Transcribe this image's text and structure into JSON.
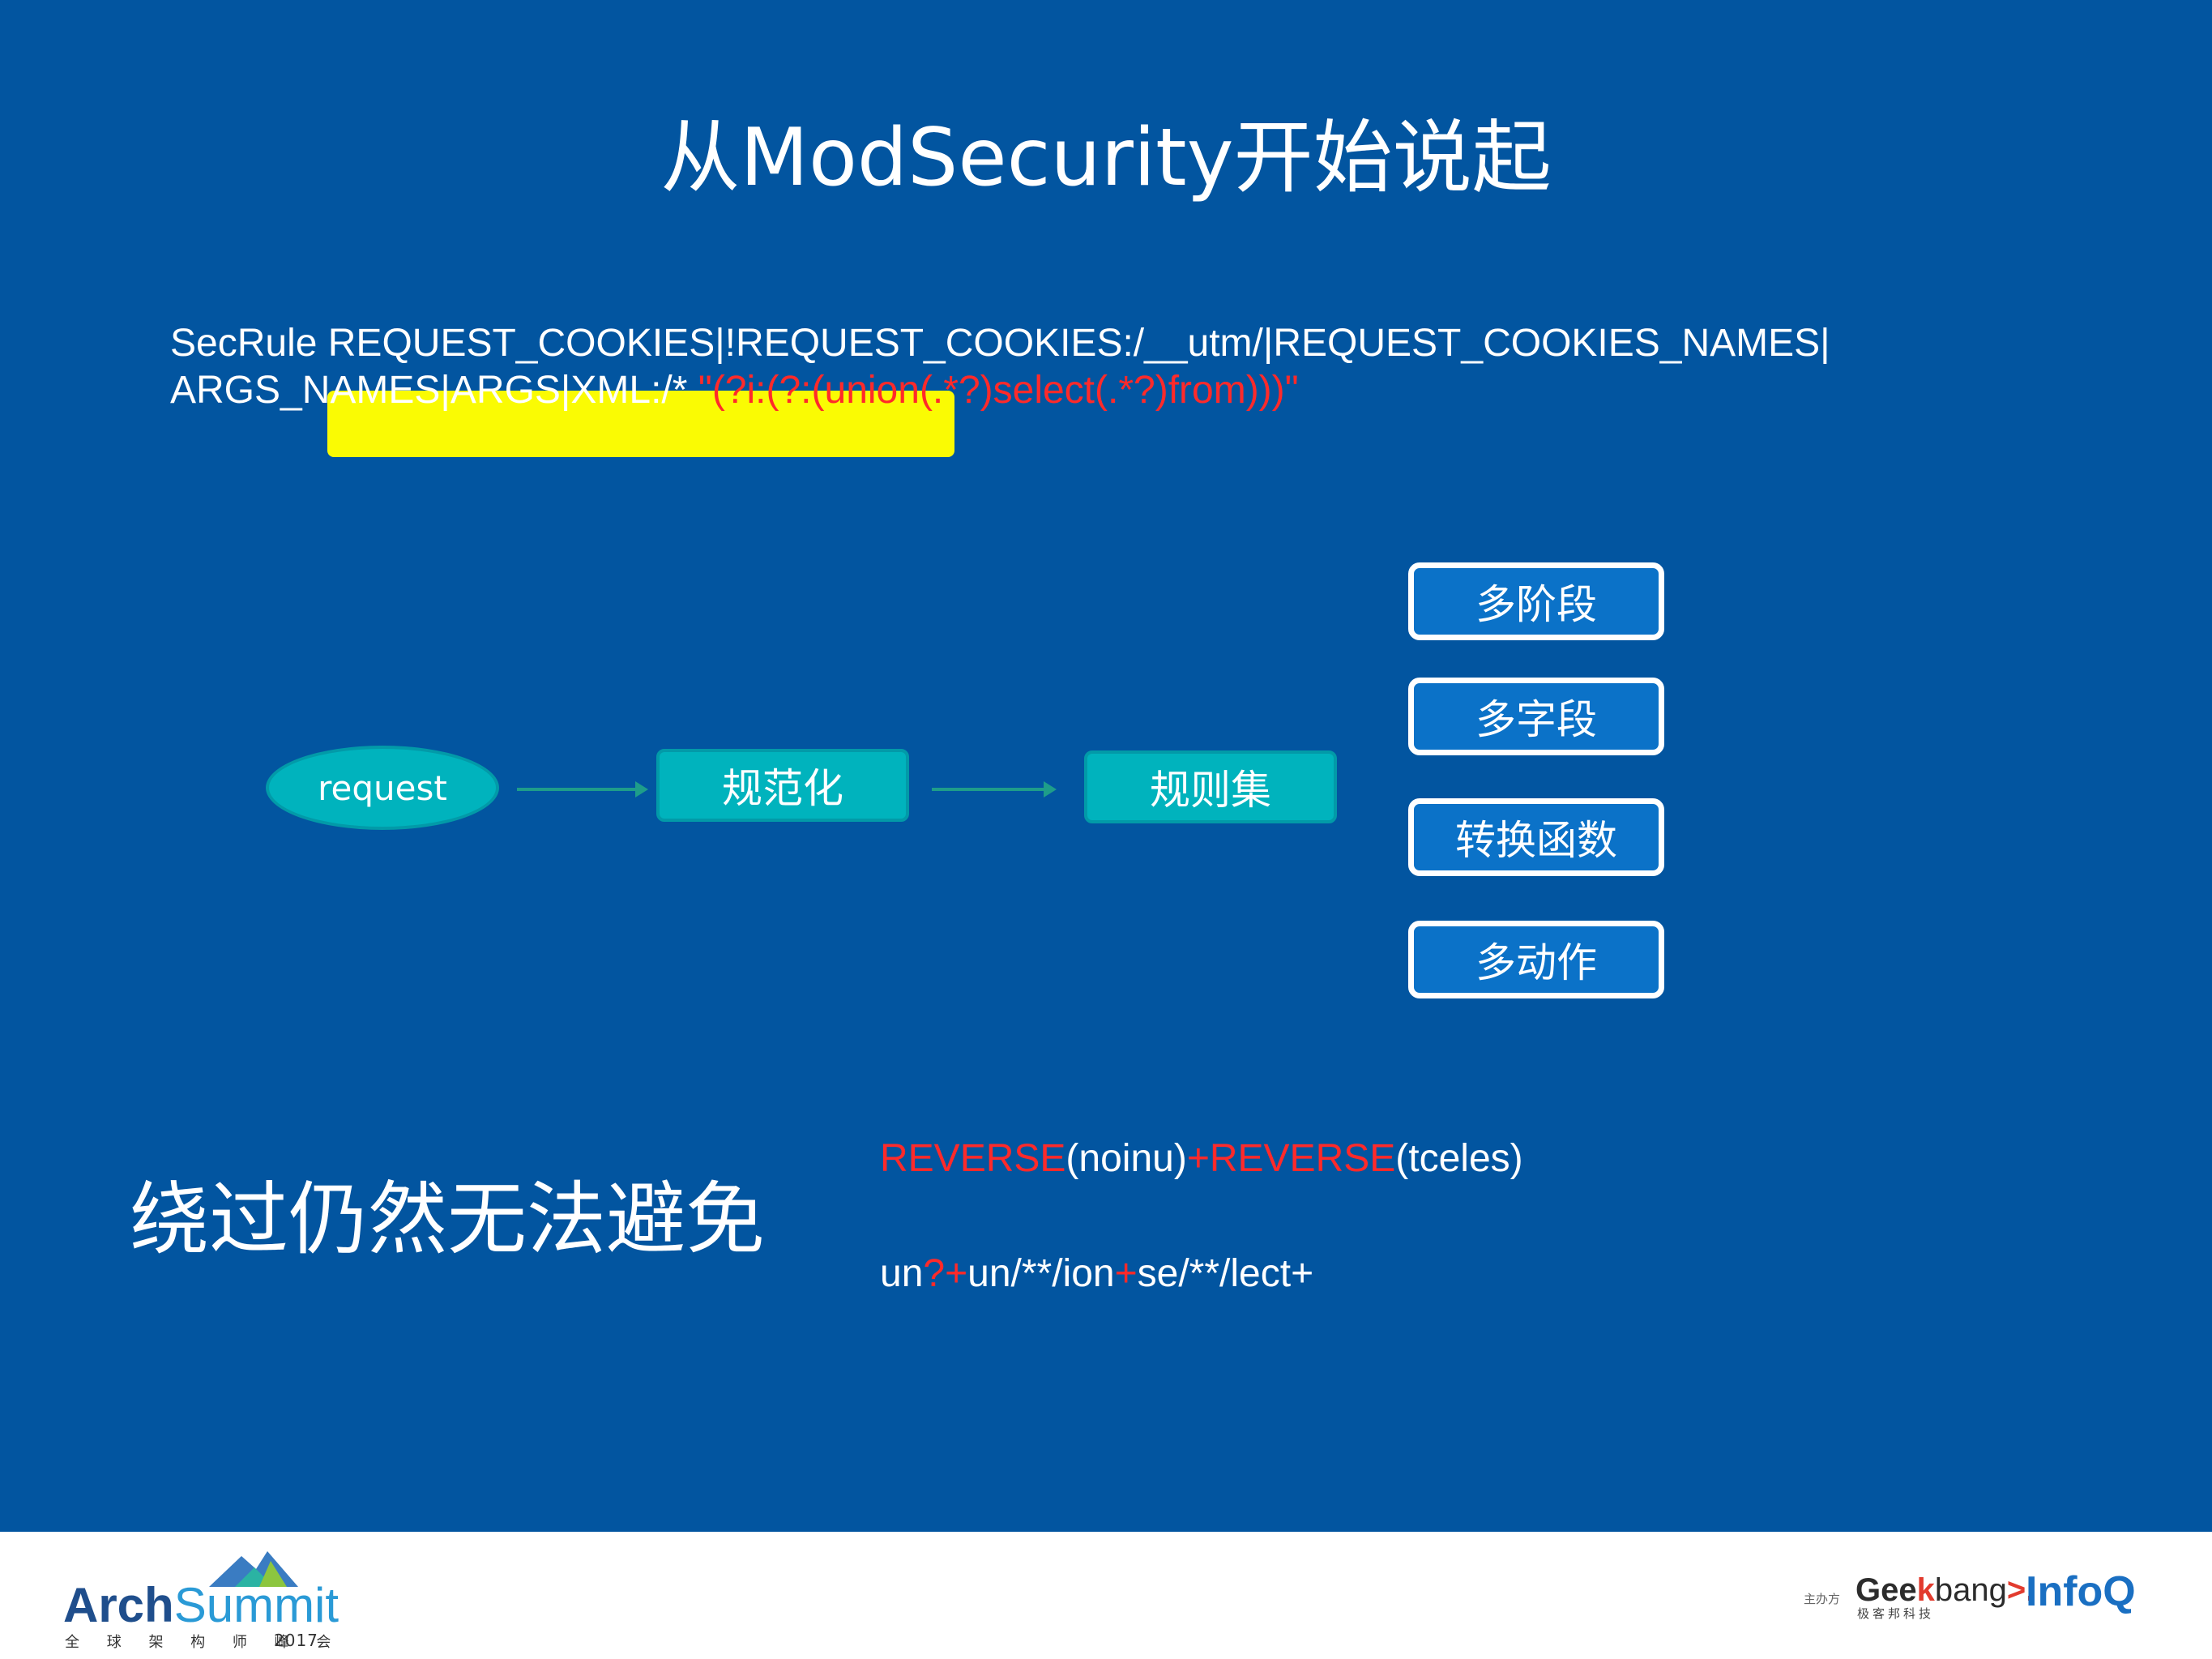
{
  "slide": {
    "title": "从ModSecurity开始说起",
    "secrule": {
      "line1": "SecRule REQUEST_COOKIES|!REQUEST_COOKIES:/__utm/|REQUEST_COOKIES_NAMES|",
      "line2_prefix": "ARGS_NAMES|ARGS|XML:/* ",
      "line2_regex": "\"(?i:(?:(union(.*?)select(.*?)from)))\""
    },
    "flow": {
      "request": "request",
      "normalize": "规范化",
      "ruleset": "规则集"
    },
    "features": [
      "多阶段",
      "多字段",
      "转换函数",
      "多动作"
    ],
    "bypass_title": "绕过仍然无法避免",
    "formula1": {
      "fn1": "REVERSE",
      "arg1": "(noinu)",
      "plus": "+",
      "fn2": "REVERSE",
      "arg2": "(tceles)"
    },
    "formula2": {
      "p1": "un",
      "q": "?",
      "plus1": "+",
      "p2": "un/**/ion",
      "plus2": "+",
      "p3": "se/**/lect+"
    },
    "colors": {
      "background": "#0255a0",
      "teal": "#00b3bd",
      "button_blue": "#0b72c8",
      "highlight": "#ffff00",
      "regex_red": "#ff2a2a"
    }
  },
  "footer": {
    "arch_logo": {
      "arch": "Arch",
      "summit": "Summit",
      "subtitle": "全 球 架 构 师 峰 会",
      "year": "2017"
    },
    "sponsor_label": "主办方",
    "geekbang": {
      "geek_a": "Gee",
      "geek_k": "k",
      "bang": "bang",
      "arrow": ">.",
      "sub": "极客邦科技"
    },
    "infoq": "InfoQ"
  }
}
